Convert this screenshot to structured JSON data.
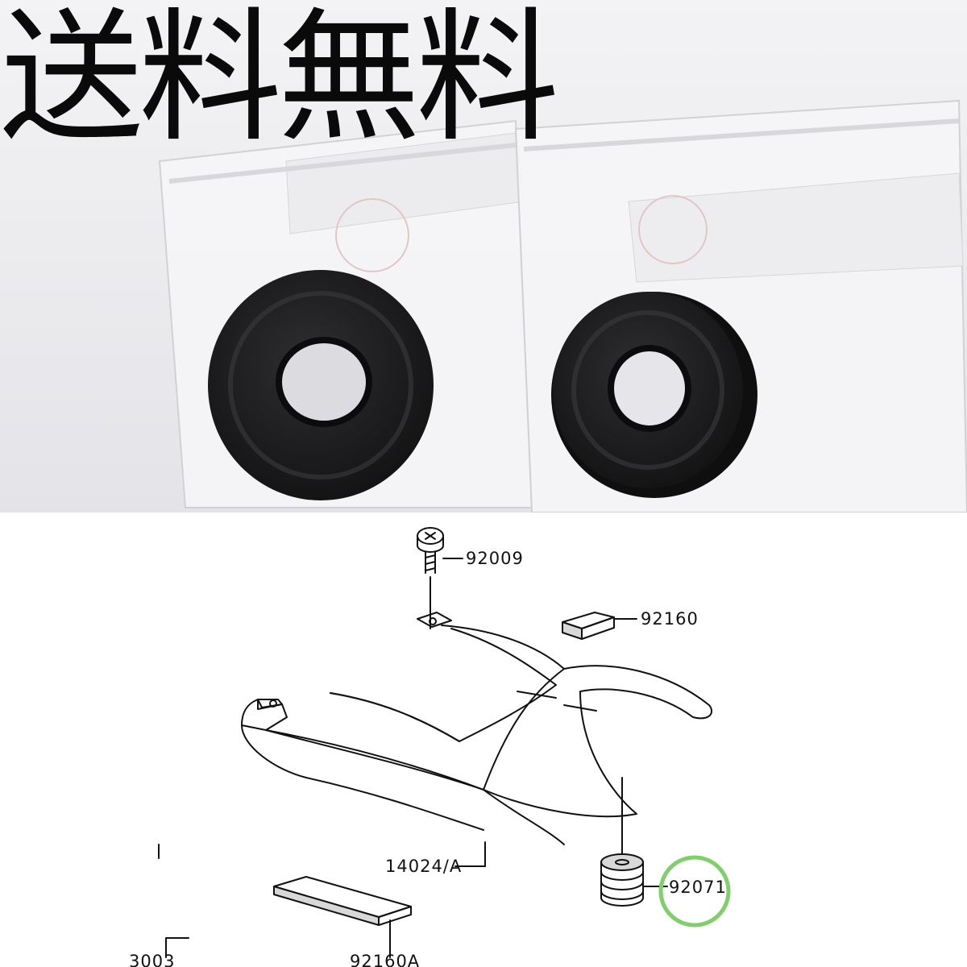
{
  "headline": "送料無料",
  "diagram": {
    "callouts": {
      "bolt": "92009",
      "pad_top": "92160",
      "cover": "14024/A",
      "grommet": "92071",
      "pad_bottom": "92160A",
      "partial_left": "3003"
    },
    "highlight_color": "#7fcf6a"
  },
  "colors": {
    "rubber": "#1b1b1d",
    "background": "#e9e9ec"
  }
}
